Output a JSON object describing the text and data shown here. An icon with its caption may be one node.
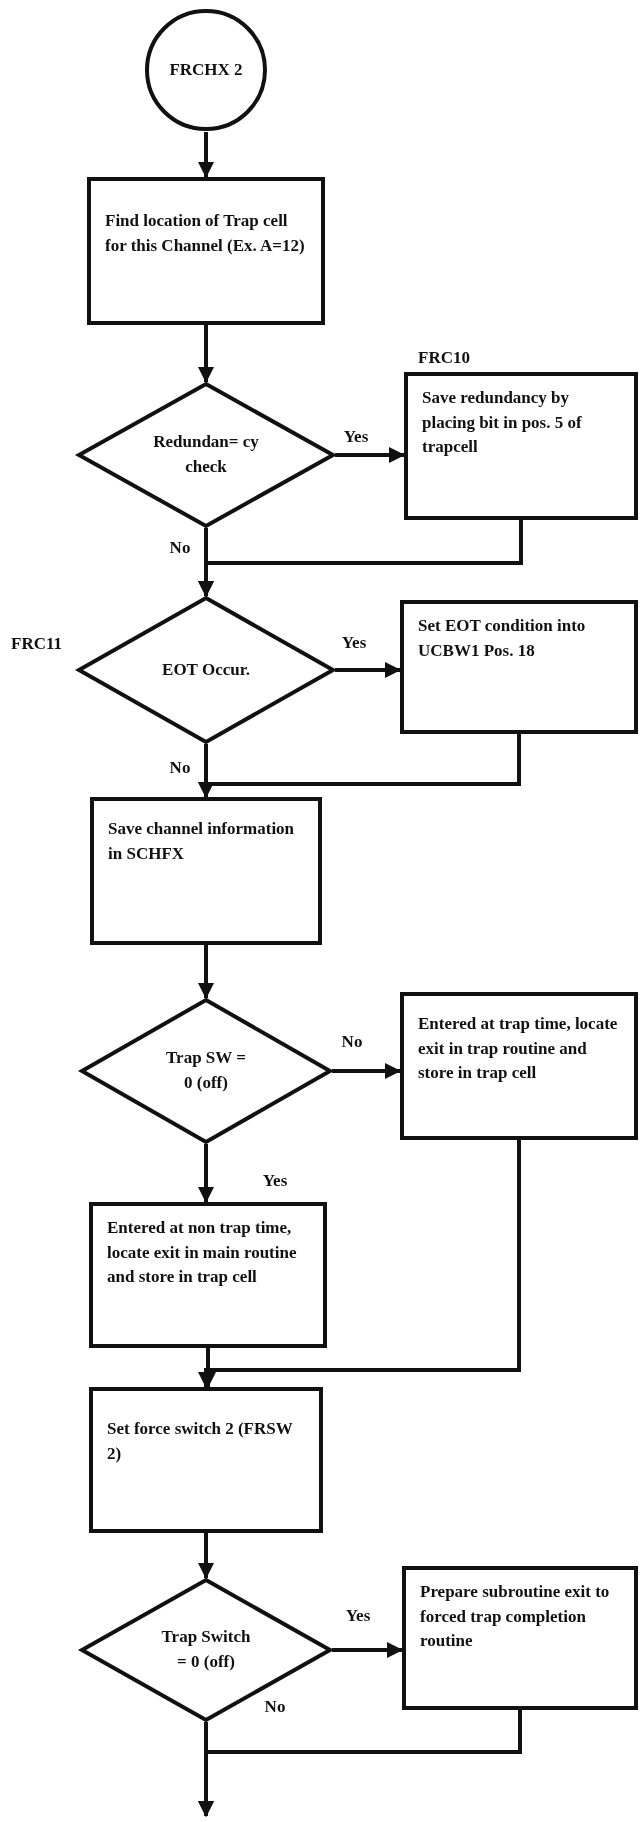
{
  "diagram": {
    "nodes": [
      {
        "text": [
          "FRCHX 2"
        ]
      },
      {
        "text": [
          "Find location of Trap cell for this Channel (Ex. A=12)"
        ]
      },
      {
        "text": [
          "Redundan= cy check"
        ]
      },
      {
        "text": [
          "Save redundancy by placing bit in pos. 5 of trapcell"
        ],
        "beside": [
          "FRC10"
        ]
      },
      {
        "text": [
          "EOT Occur."
        ],
        "beside": [
          "FRC11"
        ]
      },
      {
        "text": [
          "Set EOT condition into UCBW1 Pos. 18"
        ]
      },
      {
        "text": [
          "Save channel information in SCHFX"
        ]
      },
      {
        "text": [
          "Trap SW = 0 (off)"
        ]
      },
      {
        "text": [
          "Entered at trap time, locate exit in trap routine and store in trap cell"
        ]
      },
      {
        "text": [
          "Entered at non trap time, locate exit in main routine and store in trap cell"
        ]
      },
      {
        "text": [
          "Set force switch 2 (FRSW 2)"
        ]
      },
      {
        "text": [
          "Trap Switch = 0 (off)"
        ]
      },
      {
        "text": [
          "Prepare subroutine exit to forced trap completion routine"
        ]
      }
    ],
    "edges": [
      {
        "from": 0,
        "to": 1,
        "arrow": "to"
      },
      {
        "from": 1,
        "to": 2,
        "arrow": "to"
      },
      {
        "from": 2,
        "to": 3,
        "arrow": "to",
        "label": "Yes"
      },
      {
        "from": 2,
        "to": 4,
        "arrow": "to",
        "label": "No"
      },
      {
        "from": 3,
        "to": 4,
        "arrow": "to"
      },
      {
        "from": 4,
        "to": 5,
        "arrow": "to",
        "label": "Yes"
      },
      {
        "from": 4,
        "to": 6,
        "arrow": "to",
        "label": "No"
      },
      {
        "from": 5,
        "to": 6,
        "arrow": "to"
      },
      {
        "from": 6,
        "to": 7,
        "arrow": "to"
      },
      {
        "from": 7,
        "to": 8,
        "arrow": "to",
        "label": "No"
      },
      {
        "from": 7,
        "to": 9,
        "arrow": "to",
        "label": "Yes"
      },
      {
        "from": 8,
        "to": 10,
        "arrow": "to"
      },
      {
        "from": 9,
        "to": 10,
        "arrow": "to"
      },
      {
        "from": 10,
        "to": 11,
        "arrow": "to"
      },
      {
        "from": 11,
        "to": 12,
        "arrow": "to",
        "label": "Yes"
      },
      {
        "from": 11,
        "to": null,
        "arrow": "to",
        "label": "No"
      },
      {
        "from": 12,
        "to": null,
        "arrow": "to"
      }
    ]
  }
}
